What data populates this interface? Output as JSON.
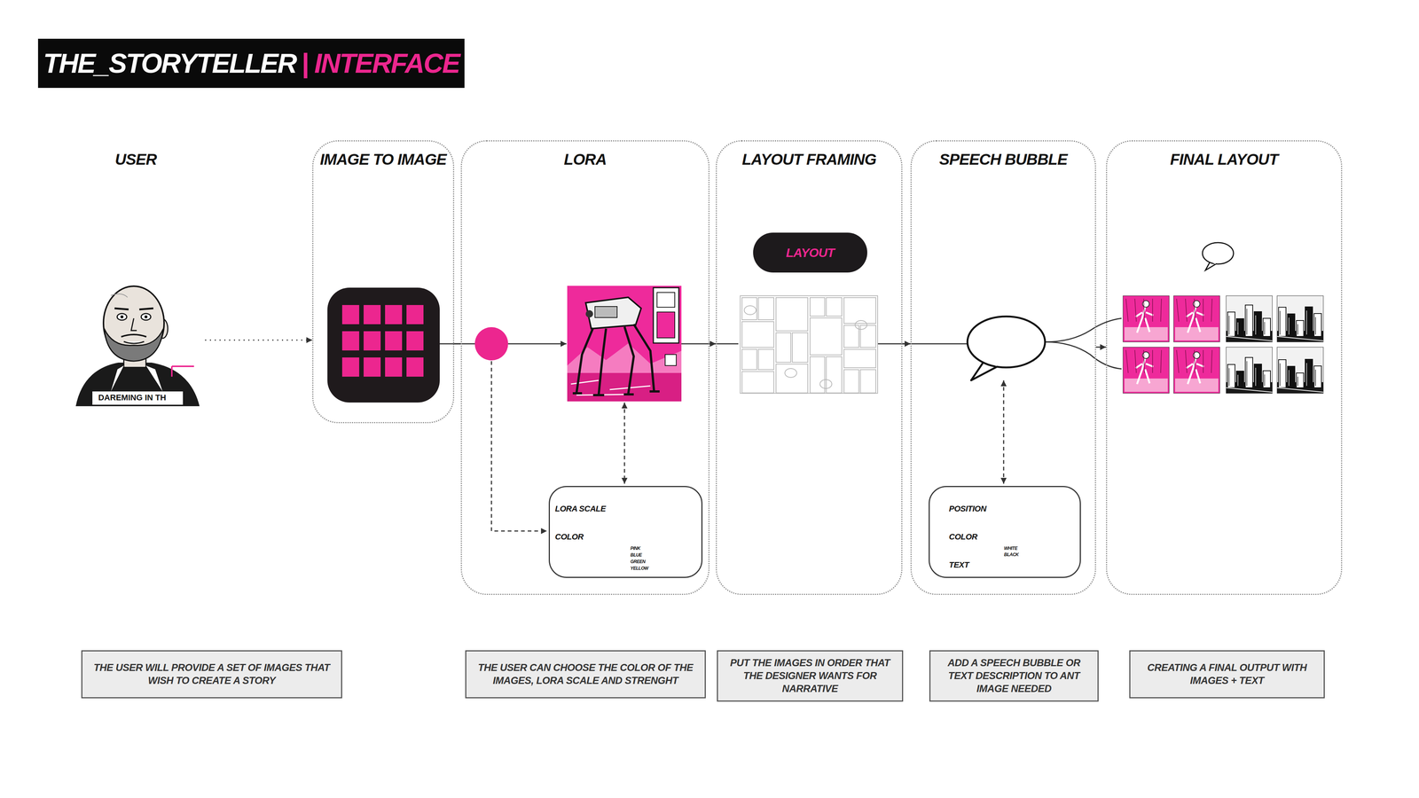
{
  "diagram": {
    "title": "THE_STORYTELLER",
    "nodes": [
      {
        "text": [
          "USER"
        ]
      },
      {
        "text": [
          "IMAGE TO IMAGE"
        ]
      },
      {
        "text": [
          "LORA"
        ]
      },
      {
        "text": [
          "LORA SCALE",
          "COLOR",
          "PINK",
          "BLUE",
          "GREEN",
          "YELLOW"
        ],
        "in": 2
      },
      {
        "text": [
          "LAYOUT FRAMING"
        ]
      },
      {
        "text": [
          "LAYOUT"
        ],
        "in": 4
      },
      {
        "text": [
          "SPEECH BUBBLE"
        ]
      },
      {
        "text": [
          "POSITION",
          "COLOR",
          "TEXT",
          "WHITE",
          "BLACK"
        ],
        "in": 6
      },
      {
        "text": [
          "FINAL LAYOUT"
        ]
      },
      {
        "text": [
          "THE USER WILL PROVIDE A SET OF IMAGES THAT WISH TO CREATE A STORY"
        ]
      },
      {
        "text": [
          "THE USER CAN CHOOSE THE COLOR OF THE IMAGES, LORA SCALE AND STRENGHT"
        ]
      },
      {
        "text": [
          "PUT THE IMAGES IN ORDER THAT THE DESIGNER WANTS FOR NARRATIVE"
        ]
      },
      {
        "text": [
          "ADD A SPEECH BUBBLE OR TEXT DESCRIPTION TO ANT IMAGE NEEDED"
        ]
      },
      {
        "text": [
          "CREATING A FINAL OUTPUT WITH IMAGES + TEXT"
        ]
      }
    ],
    "edges": [
      {
        "from": 0,
        "to": 1,
        "arrow": "to"
      },
      {
        "from": 1,
        "to": 2,
        "arrow": "none"
      },
      {
        "from": 2,
        "to": 4,
        "arrow": "to"
      },
      {
        "from": 4,
        "to": 6,
        "arrow": "to"
      },
      {
        "from": 6,
        "to": 8,
        "arrow": "to"
      }
    ],
    "labels": [
      "| INTERFACE",
      "DAREMING IN TH"
    ]
  }
}
